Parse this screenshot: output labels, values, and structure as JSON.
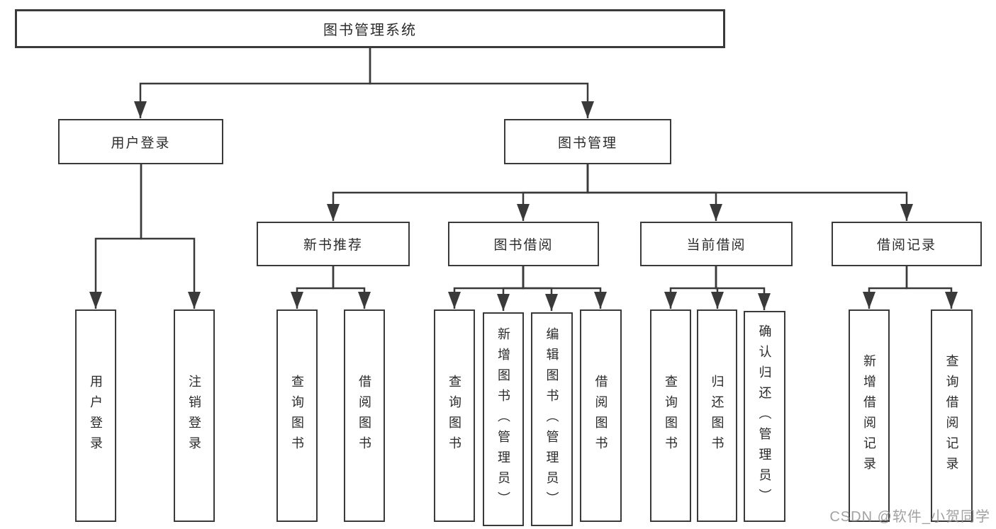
{
  "diagram": {
    "root": {
      "label": "图书管理系统"
    },
    "level2": [
      {
        "label": "用户登录"
      },
      {
        "label": "图书管理"
      }
    ],
    "level3": [
      {
        "label": "新书推荐"
      },
      {
        "label": "图书借阅"
      },
      {
        "label": "当前借阅"
      },
      {
        "label": "借阅记录"
      }
    ],
    "leaves": [
      {
        "label": "用户登录"
      },
      {
        "label": "注销登录"
      },
      {
        "label": "查询图书"
      },
      {
        "label": "借阅图书"
      },
      {
        "label": "查询图书"
      },
      {
        "label": "新增图书（管理员）"
      },
      {
        "label": "编辑图书（管理员）"
      },
      {
        "label": "借阅图书"
      },
      {
        "label": "查询图书"
      },
      {
        "label": "归还图书"
      },
      {
        "label": "确认归还（管理员）"
      },
      {
        "label": "新增借阅记录"
      },
      {
        "label": "查询借阅记录"
      }
    ]
  },
  "watermark": {
    "text": "CSDN @软件_小贺同学"
  },
  "colors": {
    "line": "#3a3a3a",
    "box_border": "#3a3a3a",
    "text": "#2b2b2b",
    "watermark": "#919191",
    "background": "#ffffff"
  }
}
